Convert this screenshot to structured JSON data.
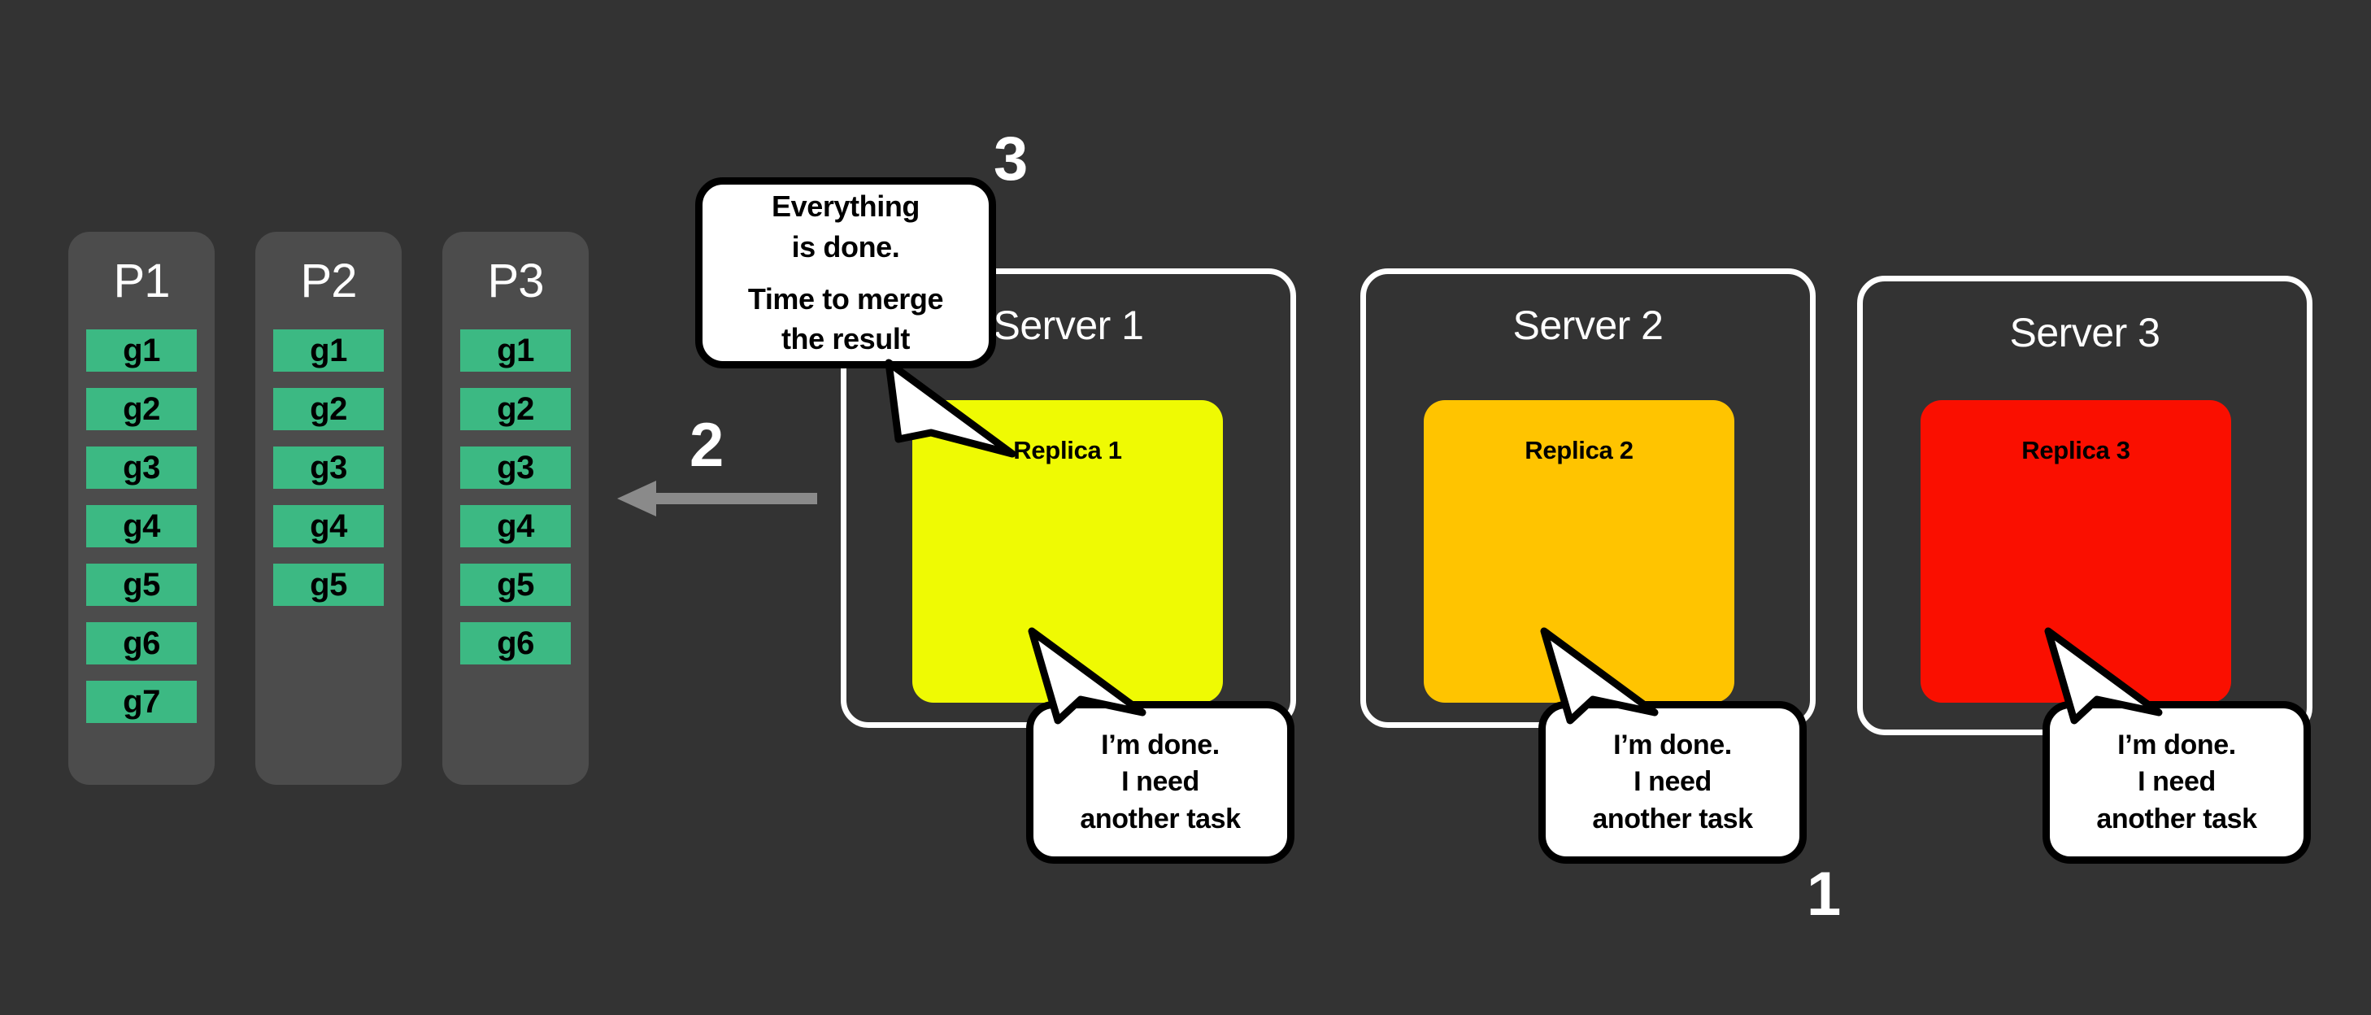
{
  "colors": {
    "background": "#333333",
    "partition_panel": "#4c4c4c",
    "tile_green": "#3cb983",
    "replica1_yellow": "#effa03",
    "replica2_orange": "#ffc400",
    "replica3_red": "#fa0f00",
    "frame_white": "#ffffff",
    "bubble_outline": "#000000",
    "arrow_gray": "#8a8a8a"
  },
  "partitions": [
    {
      "label": "P1",
      "tiles": [
        "g1",
        "g2",
        "g3",
        "g4",
        "g5",
        "g6",
        "g7"
      ]
    },
    {
      "label": "P2",
      "tiles": [
        "g1",
        "g2",
        "g3",
        "g4",
        "g5"
      ]
    },
    {
      "label": "P3",
      "tiles": [
        "g1",
        "g2",
        "g3",
        "g4",
        "g5",
        "g6"
      ]
    }
  ],
  "servers": [
    {
      "label": "Server 1",
      "replica_label": "Replica 1",
      "replica_color": "#effa03"
    },
    {
      "label": "Server 2",
      "replica_label": "Replica 2",
      "replica_color": "#ffc400"
    },
    {
      "label": "Server 3",
      "replica_label": "Replica 3",
      "replica_color": "#fa0f00"
    }
  ],
  "bubbles": {
    "merge": {
      "lines": [
        "Everything",
        "is done.",
        "Time to merge",
        "the result"
      ]
    },
    "done_task": {
      "lines": [
        "I’m done.",
        "I need",
        "another task"
      ]
    }
  },
  "steps": {
    "one": "1",
    "two": "2",
    "three": "3"
  }
}
